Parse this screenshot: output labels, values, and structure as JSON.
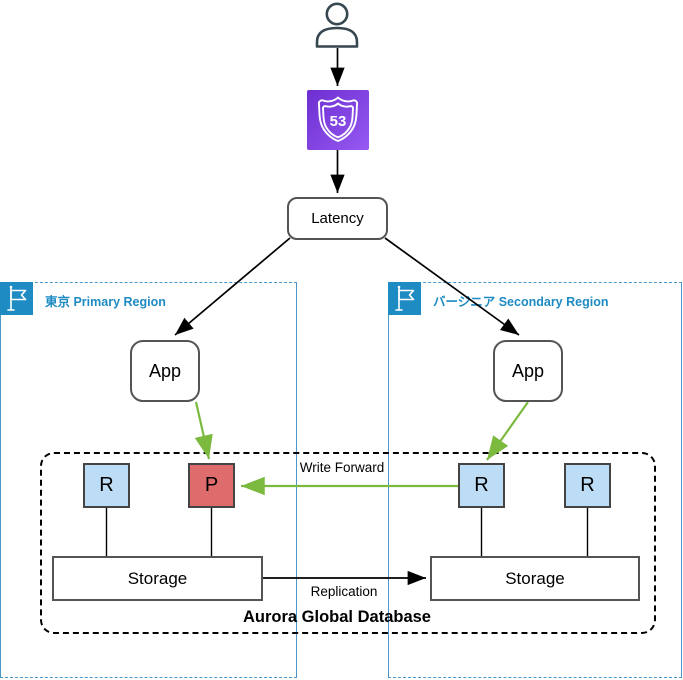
{
  "diagram": {
    "title": "Aurora Global Database",
    "route53": {
      "icon": "route53-shield",
      "badge_number": "53"
    },
    "latency": {
      "label": "Latency"
    },
    "edges": {
      "write_forward": "Write Forward",
      "replication": "Replication"
    },
    "regions": {
      "primary": {
        "label": "東京 Primary Region",
        "app": "App",
        "storage": "Storage",
        "replica": "R",
        "primary_node": "P"
      },
      "secondary": {
        "label": "バージニア Secondary Region",
        "app": "App",
        "storage": "Storage",
        "replica1": "R",
        "replica2": "R"
      }
    },
    "colors": {
      "region_border": "#4A97CC",
      "region_label": "#1E8BC3",
      "flag_background": "#1E8BC3",
      "replica_fill": "#BCDDF5",
      "primary_fill": "#DF6C6C",
      "shape_border": "#545454",
      "arrow_black": "#000000",
      "arrow_green": "#7CB93F",
      "route53_gradient_start": "#6D2ED0",
      "route53_gradient_end": "#9659F2"
    }
  }
}
